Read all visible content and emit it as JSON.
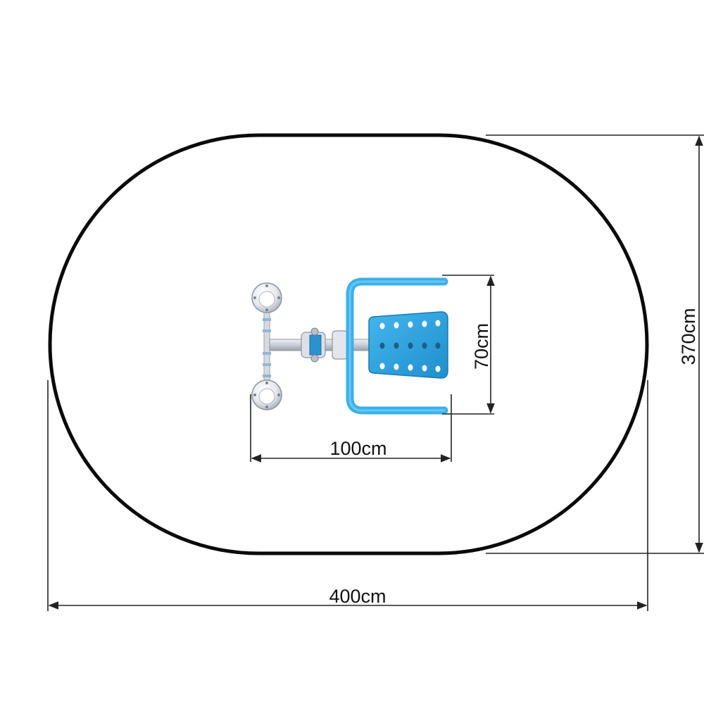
{
  "dimensions": {
    "total_width": "400cm",
    "total_height": "370cm",
    "equipment_length": "100cm",
    "equipment_width": "70cm"
  },
  "colors": {
    "safety_zone_outline": "#0a0a0a",
    "seat_blue": "#2aa3e0",
    "handlebar_blue": "#3ab0ea",
    "frame_gray": "#c8cdd4",
    "dimension_line": "#222222"
  },
  "icons": {
    "outline": "safety-zone-outline",
    "equipment": "seated-exercise-machine-icon"
  }
}
